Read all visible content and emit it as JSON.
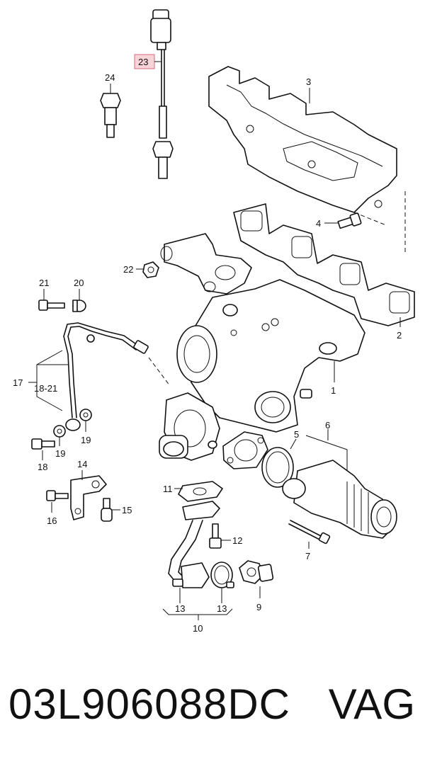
{
  "callouts": {
    "c1": "1",
    "c2": "2",
    "c3": "3",
    "c4": "4",
    "c5": "5",
    "c6": "6",
    "c7": "7",
    "c9": "9",
    "c10": "10",
    "c11": "11",
    "c12": "12",
    "c13a": "13",
    "c13b": "13",
    "c14": "14",
    "c15": "15",
    "c16": "16",
    "c17": "17",
    "c18": "18",
    "c18_21": "18-21",
    "c19a": "19",
    "c19b": "19",
    "c20": "20",
    "c21": "21",
    "c22": "22",
    "c23": "23",
    "c24": "24"
  },
  "highlight_color": "#e8a0a8",
  "footer": {
    "part_number": "03L906088DC",
    "brand": "VAG"
  }
}
